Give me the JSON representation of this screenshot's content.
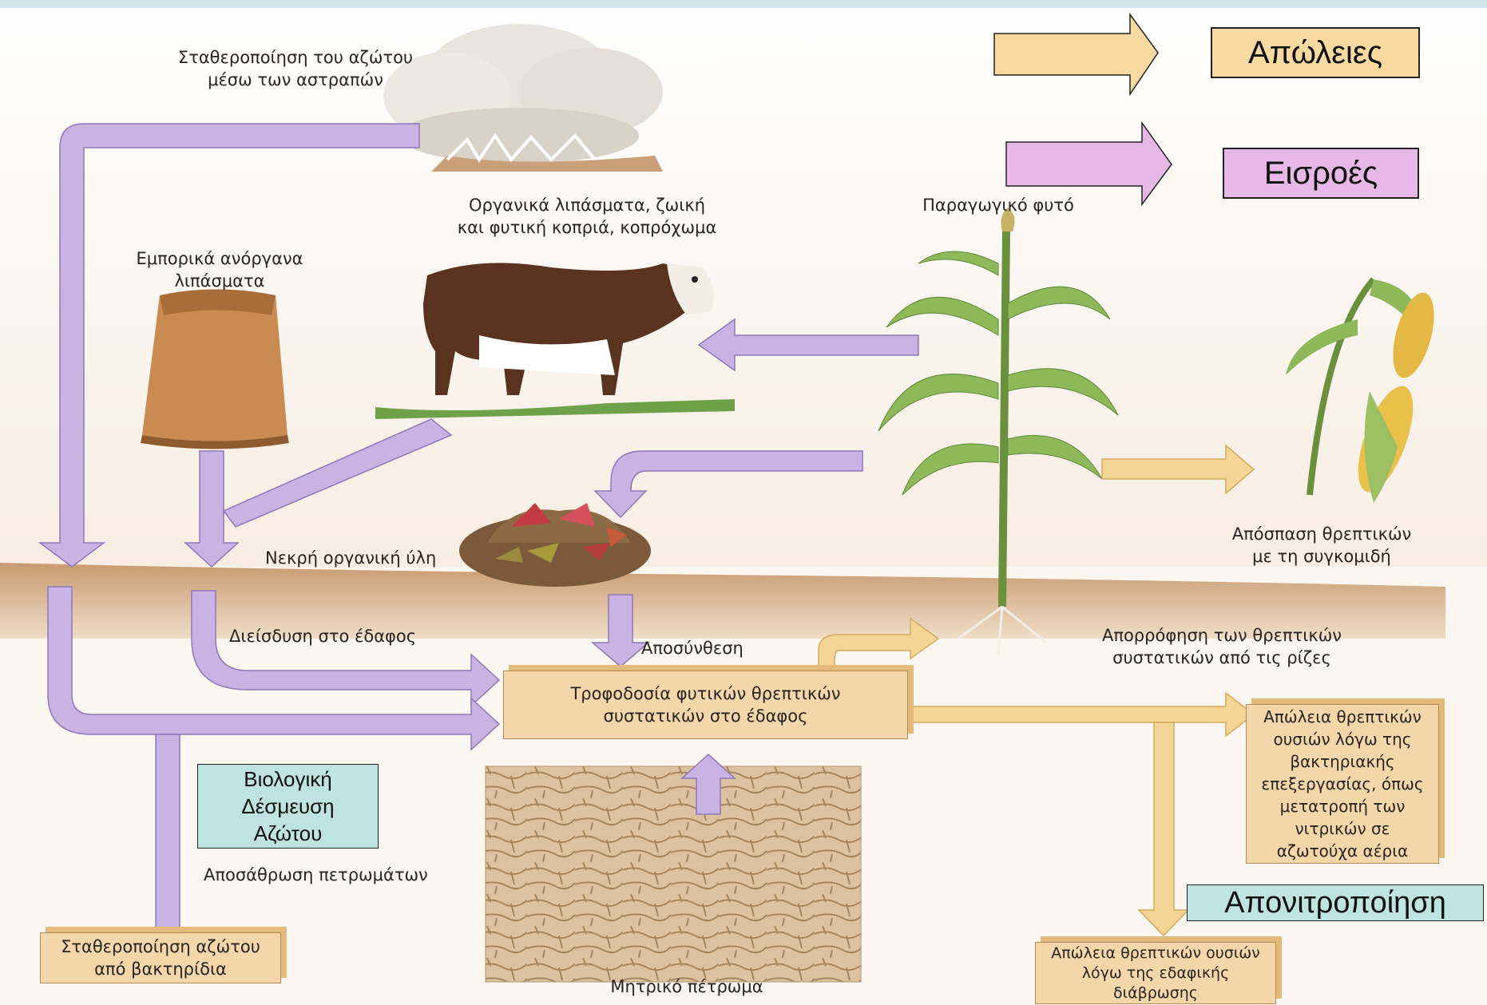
{
  "legend": {
    "losses_label": "Απώλειες",
    "inputs_label": "Εισροές",
    "losses_color": "#f8d9a0",
    "inputs_color": "#e6b8e6"
  },
  "labels": {
    "lightning_fixation": [
      "Σταθεροποίηση του αζώτου",
      "μέσω των αστραπών"
    ],
    "organic_fertilizers": [
      "Οργανικά λιπάσματα, ζωική",
      "και φυτική κοπριά, κοπρόχωμα"
    ],
    "productive_plant": "Παραγωγικό φυτό",
    "commercial_fertilizers": [
      "Εμπορικά ανόργανα",
      "λιπάσματα"
    ],
    "harvest_removal": [
      "Απόσπαση θρεπτικών",
      "με τη συγκομιδή"
    ],
    "dead_organic_matter": "Νεκρή οργανική ύλη",
    "infiltration": "Διείσδυση στο έδαφος",
    "decomposition": "Αποσύνθεση",
    "root_uptake": [
      "Απορρόφηση των θρεπτικών",
      "συστατικών από τις ρίζες"
    ],
    "soil_nutrient_supply": [
      "Τροφοδοσία φυτικών θρεπτικών",
      "συστατικών στο έδαφος"
    ],
    "bacterial_loss": [
      "Απώλεια θρεπτικών",
      "ουσιών λόγω της",
      "βακτηριακής",
      "επεξεργασίας, όπως",
      "μετατροπή των",
      "νιτρικών σε",
      "αζωτούχα αέρια"
    ],
    "biological_fixation": [
      "Βιολογική",
      "Δέσμευση",
      "Αζώτου"
    ],
    "rock_weathering": "Αποσάθρωση πετρωμάτων",
    "denitrification": "Απονιτροποίηση",
    "bacterial_fixation": [
      "Σταθεροποίηση αζώτου",
      "από βακτηρίδια"
    ],
    "parent_rock": "Μητρικό πέτρωμα",
    "erosion_loss": [
      "Απώλεια θρεπτικών ουσιών",
      "λόγω της εδαφικής",
      "διάβρωσης"
    ]
  }
}
